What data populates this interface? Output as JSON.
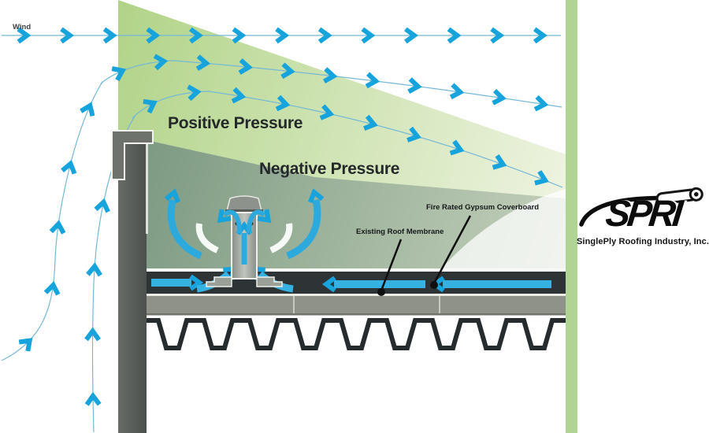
{
  "diagram": {
    "wind_label": "Wind",
    "positive_pressure_label": "Positive Pressure",
    "negative_pressure_label": "Negative Pressure",
    "callouts": {
      "gypsum": "Fire Rated Gypsum Coverboard",
      "membrane": "Existing Roof Membrane"
    }
  },
  "logo": {
    "acronym": "SPRI",
    "company": "SinglePly Roofing Industry, Inc."
  },
  "colors": {
    "arrow_blue": "#17a3dc",
    "streamline_blue": "#74b8d8",
    "positive_zone_green": "#b7d88e",
    "negative_zone_green": "#7d9a82",
    "accent_strip_green": "#aed593",
    "structure_gray": "#565b57",
    "membrane_dark": "#2e3436",
    "coverboard_gray": "#8f9288",
    "logo_black": "#0c0c0c"
  }
}
